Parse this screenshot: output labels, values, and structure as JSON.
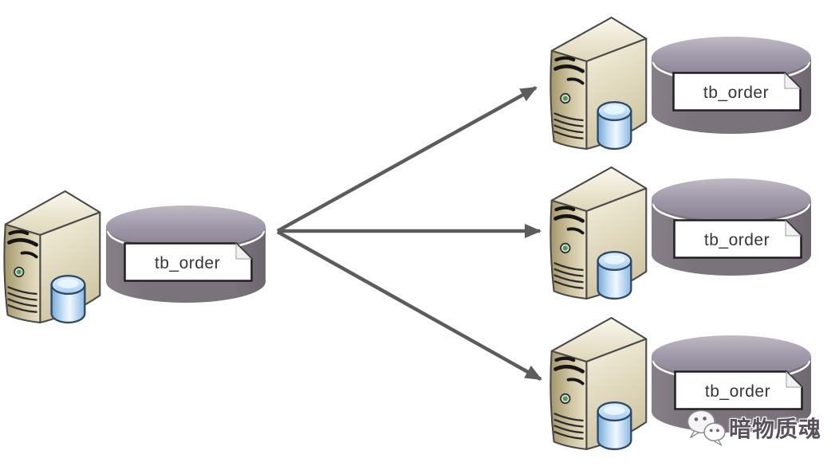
{
  "diagram": {
    "description": "one-source-table-fanned-out-to-three-server-shards",
    "source": {
      "kind": "server-with-database",
      "db_label": "tb_order"
    },
    "targets": [
      {
        "kind": "server-with-database",
        "db_label": "tb_order"
      },
      {
        "kind": "server-with-database",
        "db_label": "tb_order"
      },
      {
        "kind": "server-with-database",
        "db_label": "tb_order"
      }
    ],
    "edges": [
      {
        "from": "source",
        "to": "target-1"
      },
      {
        "from": "source",
        "to": "target-2"
      },
      {
        "from": "source",
        "to": "target-3"
      }
    ]
  },
  "watermark": {
    "icon": "wechat-icon",
    "text": "暗物质魂"
  },
  "colors": {
    "cylinder_body": "#7b737c",
    "cylinder_top": "#a29bab",
    "server_front": "#b3a77b",
    "server_side": "#efe9d6",
    "small_db_blue": "#93bfe6",
    "arrow": "#5c5c5c",
    "label_bg": "#ffffff",
    "label_border": "#1f1f1f",
    "label_text": "#363636",
    "watermark_text": "#59525e"
  }
}
